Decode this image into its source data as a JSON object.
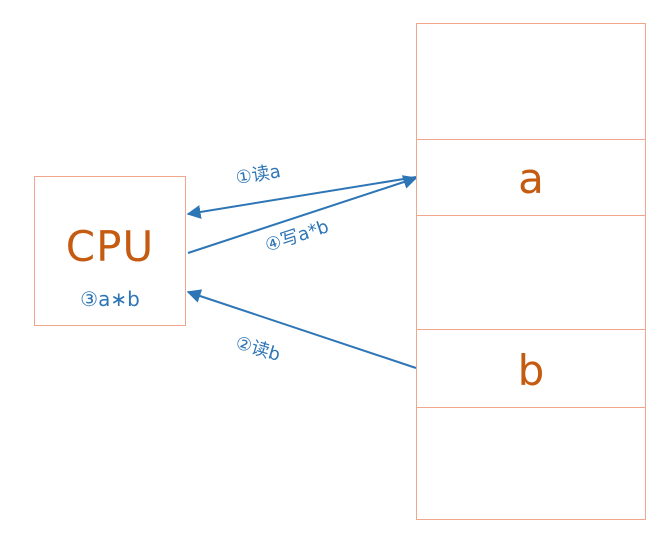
{
  "cpu": {
    "title": "CPU",
    "operation": "③a∗b"
  },
  "memory": {
    "cells": [
      {
        "label": ""
      },
      {
        "label": "a"
      },
      {
        "label": ""
      },
      {
        "label": "b"
      },
      {
        "label": ""
      }
    ]
  },
  "steps": {
    "read_a": "①读a",
    "write_ab": "④写a*b",
    "read_b": "②读b"
  },
  "colors": {
    "box_border": "#f0a58d",
    "label_text": "#c55a11",
    "arrow": "#2e75b6"
  }
}
